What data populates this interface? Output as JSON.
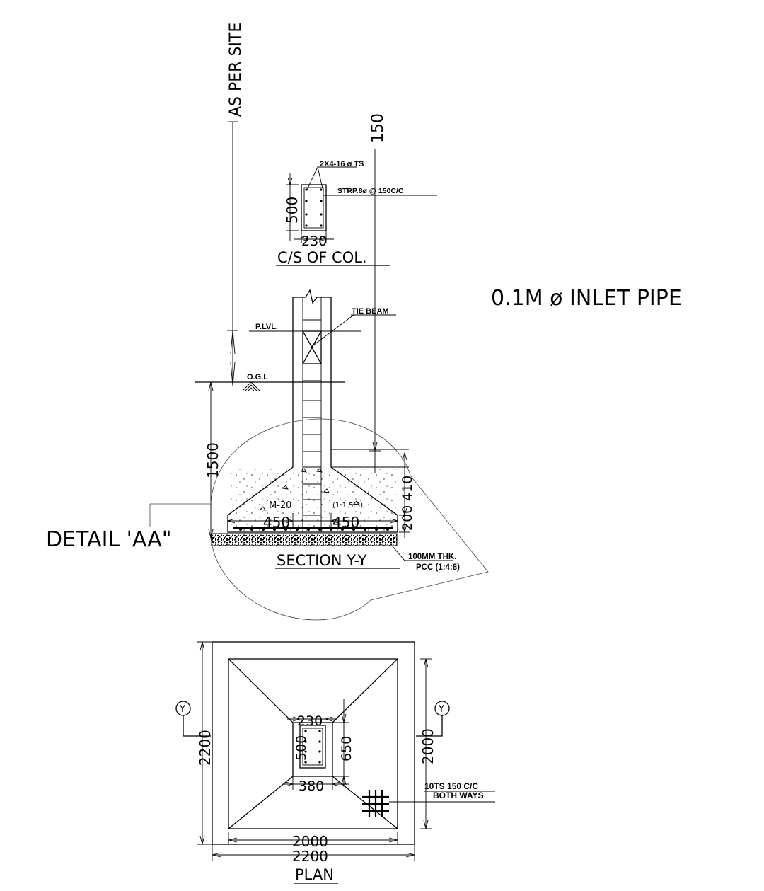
{
  "labels": {
    "as_per_site": "AS PER SITE",
    "dim_150": "150",
    "bars": "2X4-16 ø TS",
    "stirrups": "STRP.8ø @ 150C/C",
    "col_depth": "500",
    "col_width": "230",
    "col_section_title": "C/S OF COL.",
    "inlet_pipe": "0.1M ø INLET PIPE",
    "tie_beam": "TIE BEAM",
    "plinth_level": "P.LVL.",
    "ground_level": "O.G.L",
    "depth_1500": "1500",
    "dim_410": "410",
    "dim_200": "200",
    "concrete_grade": "M-20",
    "mix_ratio": "(1:1.5:3)",
    "offset_left": "450",
    "offset_right": "450",
    "detail": "DETAIL 'AA\"",
    "section_title": "SECTION Y-Y",
    "pcc_thickness": "100MM THK.",
    "pcc_mix": "PCC (1:4:8)",
    "plan_outer_height": "2200",
    "plan_inner_height": "2000",
    "section_marker_left": "Y",
    "section_marker_right": "Y",
    "plan_col_width": "230",
    "plan_col_depth": "500",
    "pedestal_depth": "650",
    "pedestal_width": "380",
    "reinforcement_1": "10TS 150 C/C",
    "reinforcement_2": "BOTH WAYS",
    "plan_inner_width": "2000",
    "plan_outer_width": "2200",
    "plan_title": "PLAN"
  }
}
